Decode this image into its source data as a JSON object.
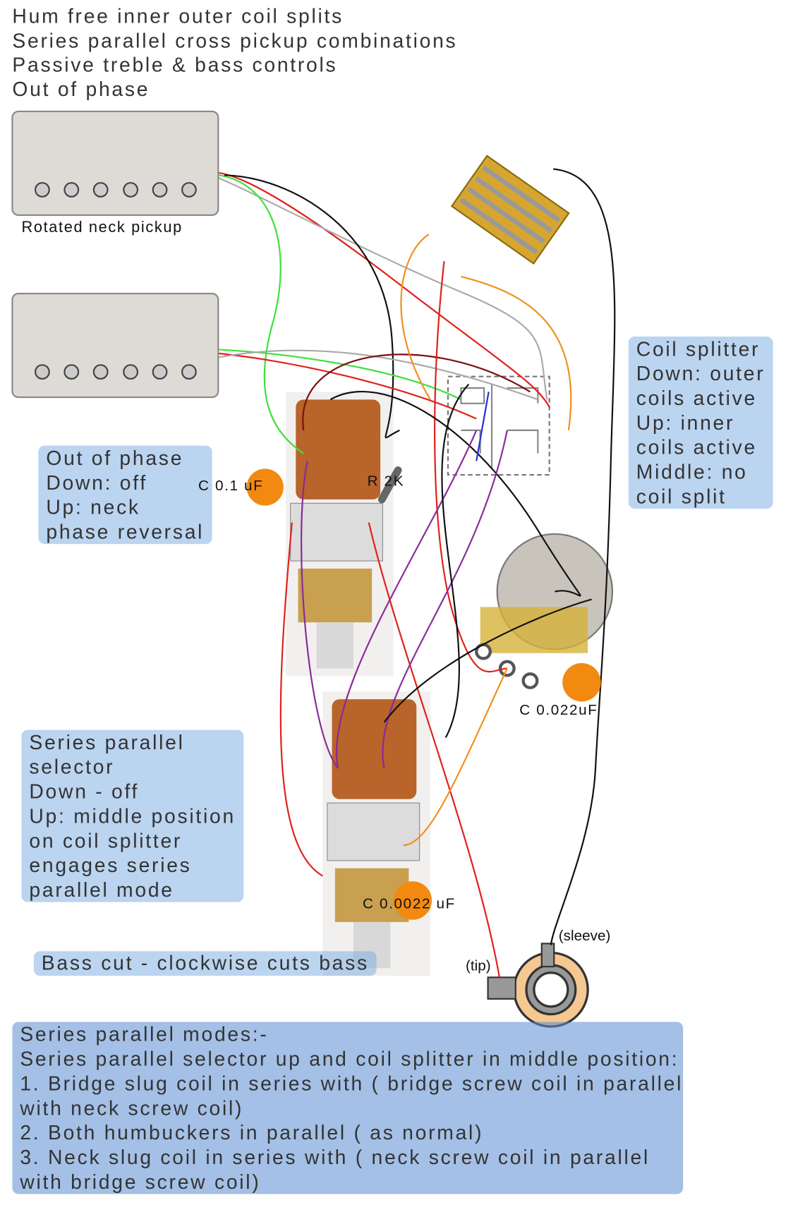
{
  "header": {
    "lines": [
      "Hum free inner outer coil splits",
      "Series parallel cross pickup combinations",
      "Passive treble & bass controls",
      "Out of phase"
    ]
  },
  "pickups": {
    "neck_label": "Rotated neck pickup"
  },
  "notes": {
    "coil_splitter": [
      "Coil splitter",
      "Down: outer",
      "coils active",
      "Up: inner",
      "coils active",
      "Middle: no",
      "coil split"
    ],
    "out_of_phase": [
      "Out of phase",
      "Down: off",
      "Up: neck",
      "phase reversal"
    ],
    "series_parallel": [
      "Series parallel",
      "selector",
      "Down - off",
      "Up: middle position",
      "on coil splitter",
      "engages series",
      "parallel mode"
    ],
    "bass_cut": "Bass cut - clockwise cuts bass",
    "modes": [
      "Series parallel modes:-",
      "Series parallel selector up and coil splitter in middle position:",
      "1. Bridge slug coil in series with ( bridge screw coil in parallel",
      "with neck screw coil)",
      "2. Both humbuckers in parallel ( as normal)",
      "3. Neck slug coil in series with ( neck screw coil in parallel",
      "with bridge screw coil)"
    ]
  },
  "components": {
    "cap1": "C 0.1 uF",
    "resistor": "R 2K",
    "cap2": "C 0.022uF",
    "cap3": "C 0.0022 uF",
    "jack_sleeve": "(sleeve)",
    "jack_tip": "(tip)"
  },
  "colors": {
    "capacitor": "#f28a12",
    "highlight": "#78aae1",
    "wire_red": "#e0201a",
    "wire_green": "#3ee03a",
    "wire_orange": "#f0901e",
    "wire_purple": "#8a2a9a",
    "wire_black": "#111111",
    "wire_brown": "#7a1010"
  }
}
